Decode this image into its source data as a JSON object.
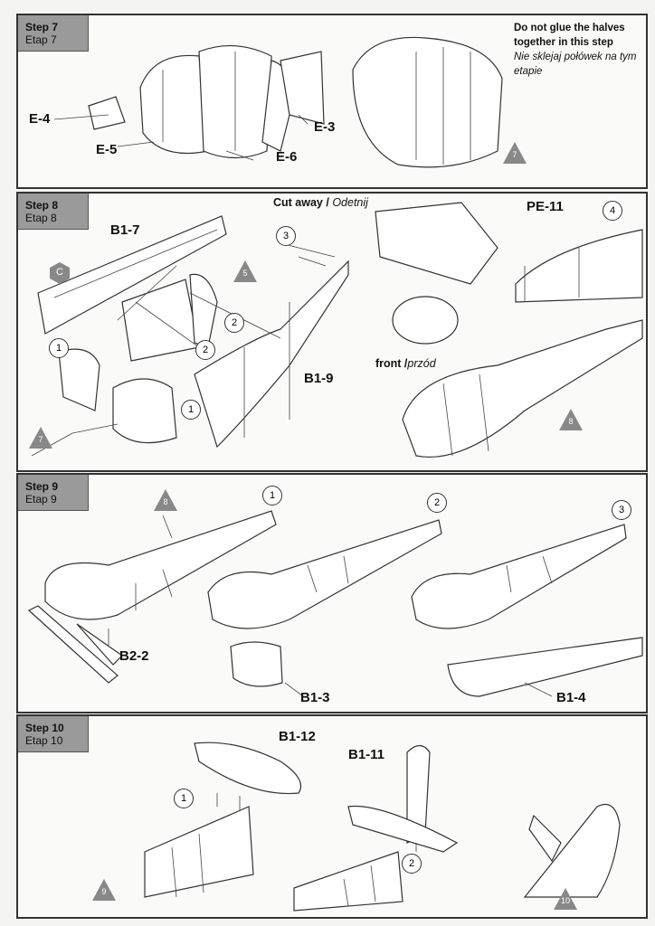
{
  "steps": [
    {
      "title": "Step 7",
      "subtitle": "Etap 7",
      "labels": [
        "E-4",
        "E-5",
        "E-6",
        "E-3"
      ],
      "note_en": "Do not glue the halves together in this step",
      "note_pl": "Nie sklejaj połówek na tym etapie",
      "ref_marker": "7"
    },
    {
      "title": "Step 8",
      "subtitle": "Etap 8",
      "labels": [
        "B1-7",
        "B1-9",
        "PE-11"
      ],
      "cut_away": "Cut away /",
      "cut_away_pl": "Odetnij",
      "front": "front /",
      "front_pl": "przód",
      "hex_marker": "C",
      "sub_steps": [
        "1",
        "2",
        "2",
        "1",
        "3",
        "4"
      ],
      "ref_markers": [
        "5",
        "7",
        "8"
      ]
    },
    {
      "title": "Step 9",
      "subtitle": "Etap 9",
      "labels": [
        "B2-2",
        "B1-3",
        "B1-4"
      ],
      "sub_steps": [
        "1",
        "2",
        "3"
      ],
      "ref_marker": "8"
    },
    {
      "title": "Step 10",
      "subtitle": "Etap 10",
      "labels": [
        "B1-12",
        "B1-11"
      ],
      "sub_steps": [
        "1",
        "2"
      ],
      "ref_markers": [
        "9",
        "10"
      ]
    }
  ]
}
